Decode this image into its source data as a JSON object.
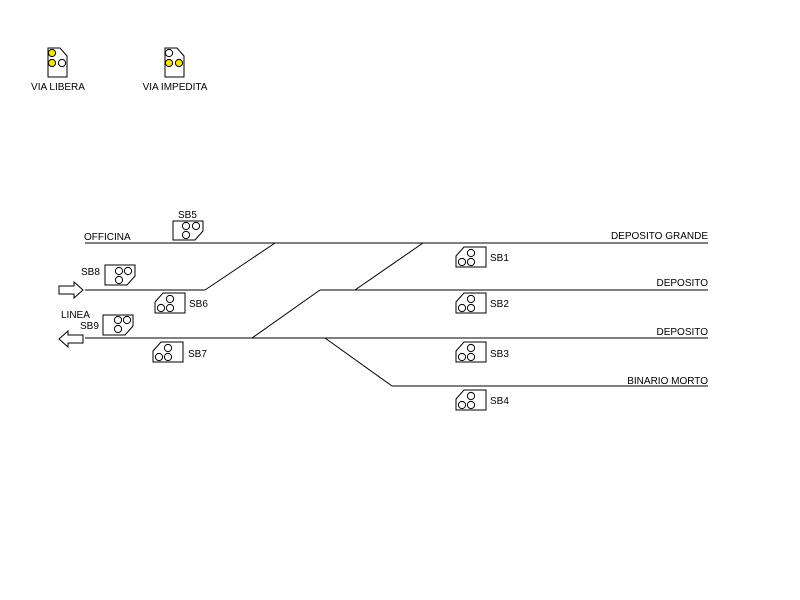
{
  "legend": {
    "free": {
      "label": "VIA LIBERA",
      "lamp_color": "#f2e600"
    },
    "blocked": {
      "label": "VIA IMPEDITA",
      "lamp_color": "#f2e600"
    }
  },
  "tracks": {
    "officina": "OFFICINA",
    "deposito_grande": "DEPOSITO GRANDE",
    "deposito_1": "DEPOSITO",
    "deposito_2": "DEPOSITO",
    "binario_morto": "BINARIO MORTO",
    "linea": "LINEA"
  },
  "signals": {
    "sb1": "SB1",
    "sb2": "SB2",
    "sb3": "SB3",
    "sb4": "SB4",
    "sb5": "SB5",
    "sb6": "SB6",
    "sb7": "SB7",
    "sb8": "SB8",
    "sb9": "SB9"
  },
  "colors": {
    "line": "#000000",
    "lamp_off": "#ffffff"
  },
  "arrows": {
    "in": "arrow-right-icon",
    "out": "arrow-left-icon"
  }
}
